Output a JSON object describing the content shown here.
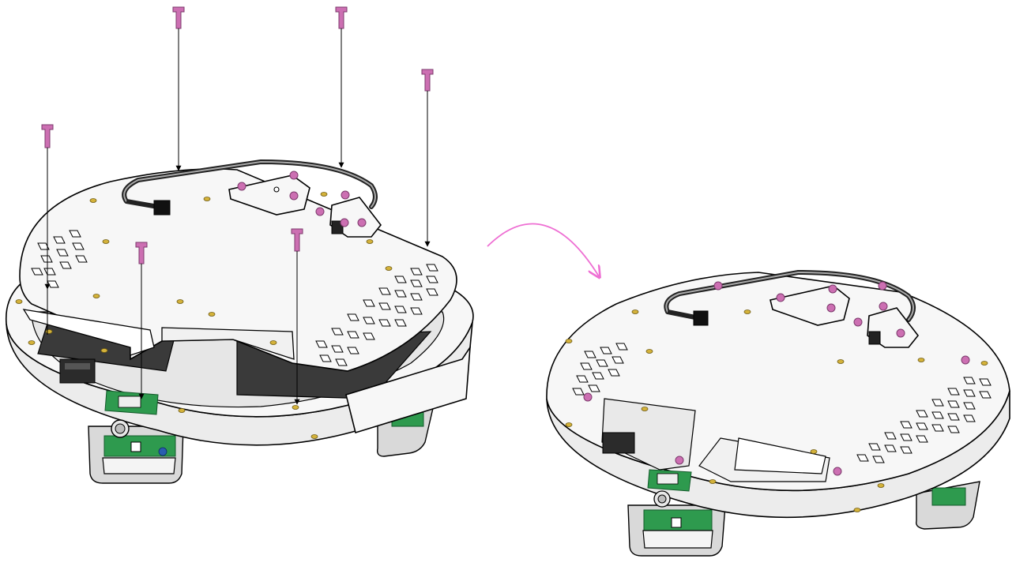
{
  "colors": {
    "screw": "#cc6fb2",
    "arrow": "#ee6fd3",
    "insert": "#d4b23a",
    "pcb": "#2e9a4e",
    "battery": "#3a3a3a",
    "outline": "#000000",
    "body": "#f7f7f7"
  },
  "steps": [
    {
      "id": "step-before",
      "screws_shown": 6,
      "guide_lines": 6
    },
    {
      "id": "step-after",
      "screws_installed": 6
    }
  ],
  "transition": {
    "icon": "curved-arrow-icon",
    "direction": "clockwise"
  }
}
